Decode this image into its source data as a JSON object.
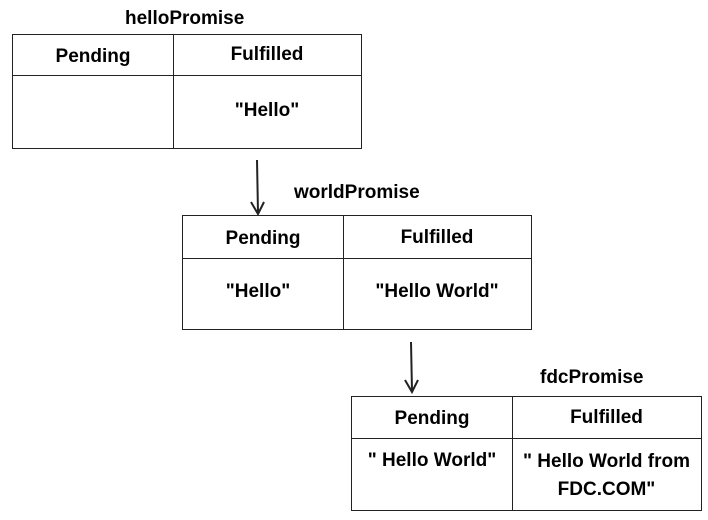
{
  "promises": [
    {
      "name": "helloPromise",
      "pending_header": "Pending",
      "fulfilled_header": "Fulfilled",
      "pending_value": "",
      "fulfilled_value": "\"Hello\""
    },
    {
      "name": "worldPromise",
      "pending_header": "Pending",
      "fulfilled_header": "Fulfilled",
      "pending_value": "\"Hello\"",
      "fulfilled_value": "\"Hello World\""
    },
    {
      "name": "fdcPromise",
      "pending_header": "Pending",
      "fulfilled_header": "Fulfilled",
      "pending_value": "\" Hello World\"",
      "fulfilled_value_line1": "\" Hello World from",
      "fulfilled_value_line2": "FDC.COM\""
    }
  ],
  "colors": {
    "line": "#222222",
    "text": "#000000",
    "background": "#ffffff"
  }
}
